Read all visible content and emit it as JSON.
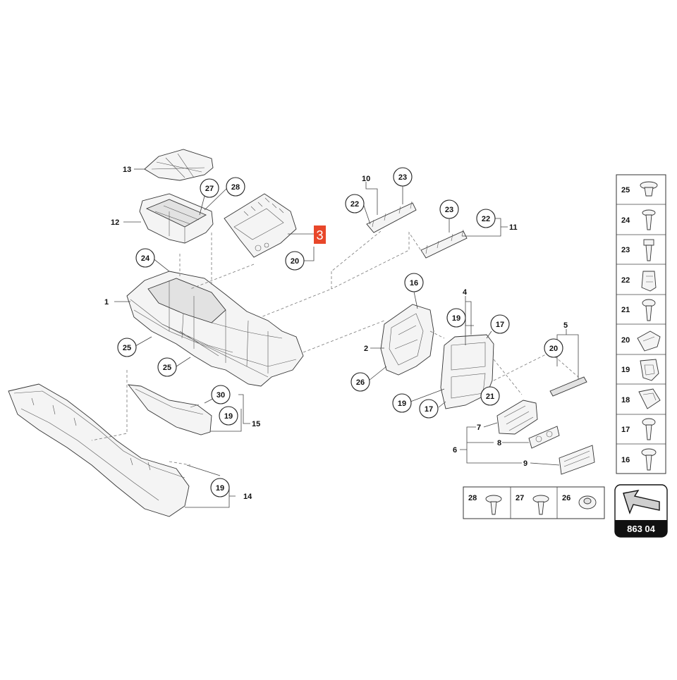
{
  "diagram": {
    "page_code": "863 04",
    "highlight_number": "3",
    "callouts": {
      "c1": "1",
      "c2": "2",
      "c4": "4",
      "c5": "5",
      "c6": "6",
      "c7": "7",
      "c8": "8",
      "c9": "9",
      "c10": "10",
      "c11": "11",
      "c12": "12",
      "c13": "13",
      "c14": "14",
      "c15": "15",
      "c16": "16",
      "c17a": "17",
      "c17b": "17",
      "c19a": "19",
      "c19b": "19",
      "c19c": "19",
      "c19d": "19",
      "c20a": "20",
      "c20b": "20",
      "c21": "21",
      "c22a": "22",
      "c22b": "22",
      "c23a": "23",
      "c23b": "23",
      "c24": "24",
      "c25a": "25",
      "c25b": "25",
      "c26": "26",
      "c27": "27",
      "c28": "28",
      "c30": "30"
    },
    "fastener_legend": {
      "vertical": [
        "25",
        "24",
        "23",
        "22",
        "21",
        "20",
        "19",
        "18",
        "17",
        "16"
      ],
      "horizontal": [
        "28",
        "27",
        "26"
      ]
    },
    "colors": {
      "highlight": "#e8472a",
      "page_code_bg": "#111111"
    }
  }
}
